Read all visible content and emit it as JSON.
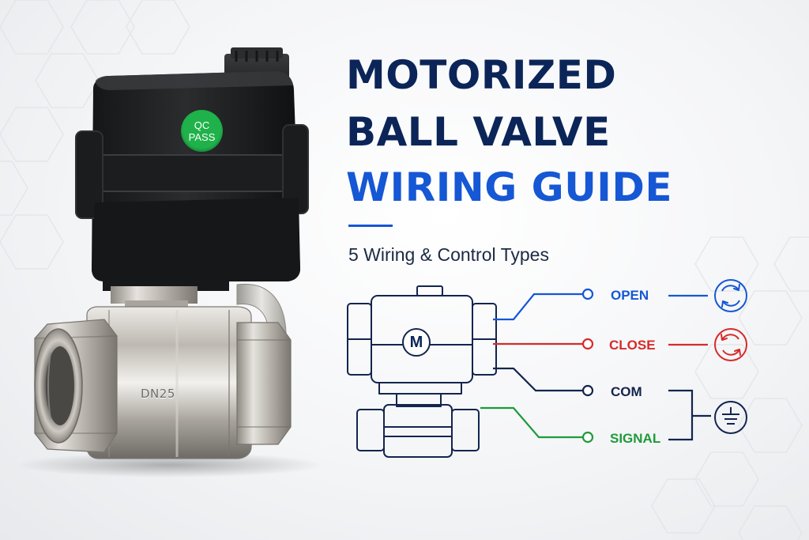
{
  "title": {
    "line1": "MOTORIZED",
    "line2": "BALL VALVE",
    "line3": "WIRING GUIDE"
  },
  "subtitle": "5 Wiring & Control Types",
  "badge": {
    "line1": "QC",
    "line2": "PASS"
  },
  "valve": {
    "size_mark": "DN25"
  },
  "diagram": {
    "motor_label": "M",
    "terminals": [
      {
        "label": "OPEN",
        "color": "#1557d4",
        "icon": "rotate-counterclockwise-icon"
      },
      {
        "label": "CLOSE",
        "color": "#d62b2b",
        "icon": "rotate-clockwise-icon"
      },
      {
        "label": "COM",
        "color": "#13254f",
        "icon": "ground-icon"
      },
      {
        "label": "SIGNAL",
        "color": "#1f9a3a",
        "icon": "ground-icon"
      }
    ]
  },
  "colors": {
    "navy": "#0b2558",
    "blue": "#1557d4",
    "red": "#d62b2b",
    "green": "#1f9a3a",
    "badge_green": "#1fb24a"
  }
}
